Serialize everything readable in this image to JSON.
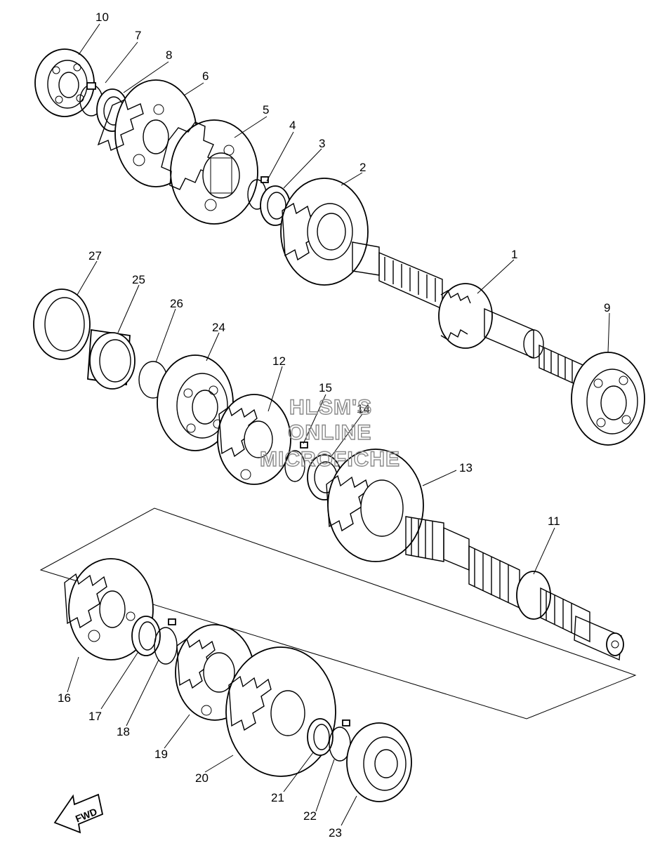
{
  "callouts": [
    {
      "id": "1",
      "label": "1"
    },
    {
      "id": "2",
      "label": "2"
    },
    {
      "id": "3",
      "label": "3"
    },
    {
      "id": "4",
      "label": "4"
    },
    {
      "id": "5",
      "label": "5"
    },
    {
      "id": "6",
      "label": "6"
    },
    {
      "id": "7",
      "label": "7"
    },
    {
      "id": "8",
      "label": "8"
    },
    {
      "id": "9",
      "label": "9"
    },
    {
      "id": "10",
      "label": "10"
    },
    {
      "id": "11",
      "label": "11"
    },
    {
      "id": "12",
      "label": "12"
    },
    {
      "id": "13",
      "label": "13"
    },
    {
      "id": "14",
      "label": "14"
    },
    {
      "id": "15",
      "label": "15"
    },
    {
      "id": "16",
      "label": "16"
    },
    {
      "id": "17",
      "label": "17"
    },
    {
      "id": "18",
      "label": "18"
    },
    {
      "id": "19",
      "label": "19"
    },
    {
      "id": "20",
      "label": "20"
    },
    {
      "id": "21",
      "label": "21"
    },
    {
      "id": "22",
      "label": "22"
    },
    {
      "id": "23",
      "label": "23"
    },
    {
      "id": "24",
      "label": "24"
    },
    {
      "id": "25",
      "label": "25"
    },
    {
      "id": "26",
      "label": "26"
    },
    {
      "id": "27",
      "label": "27"
    }
  ],
  "watermark": {
    "line1": "HLSM'S",
    "line2": "ONLINE",
    "line3": "MICROFICHE"
  },
  "direction_marker": {
    "label": "FWD"
  }
}
